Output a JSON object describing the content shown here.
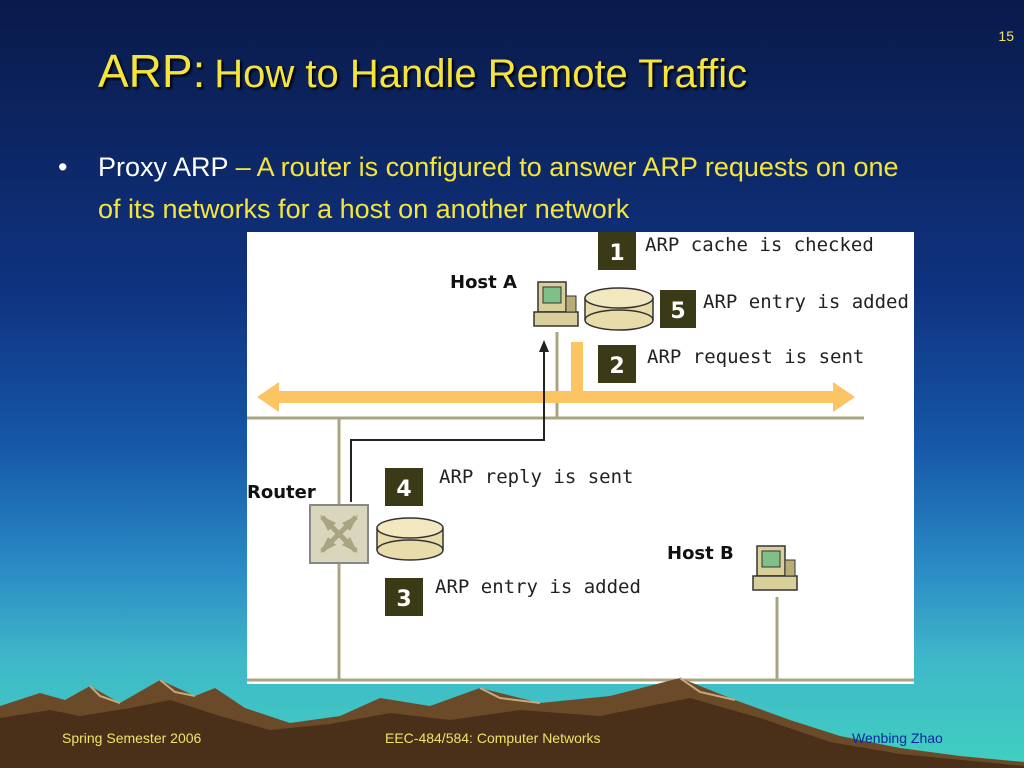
{
  "slide_number": "15",
  "title": {
    "prefix": "ARP:",
    "main": "How to Handle Remote Traffic"
  },
  "bullet": {
    "term": "Proxy ARP",
    "dash": "–",
    "description": "A router is configured to answer ARP requests on one of its networks for a host on another network"
  },
  "diagram": {
    "host_a": "Host A",
    "host_b": "Host B",
    "router": "Router",
    "steps": [
      {
        "number": "1",
        "label": "ARP cache is checked"
      },
      {
        "number": "2",
        "label": "ARP request is sent"
      },
      {
        "number": "3",
        "label": "ARP entry is added"
      },
      {
        "number": "4",
        "label": "ARP reply is sent"
      },
      {
        "number": "5",
        "label": "ARP entry is added"
      }
    ],
    "colors": {
      "step_box": "#3a3a16",
      "bus": "#fcc462",
      "line": "#a8a482",
      "disk": "#e8dcaa"
    }
  },
  "footer": {
    "left": "Spring Semester 2006",
    "center": "EEC-484/584: Computer Networks",
    "right": "Wenbing Zhao"
  }
}
